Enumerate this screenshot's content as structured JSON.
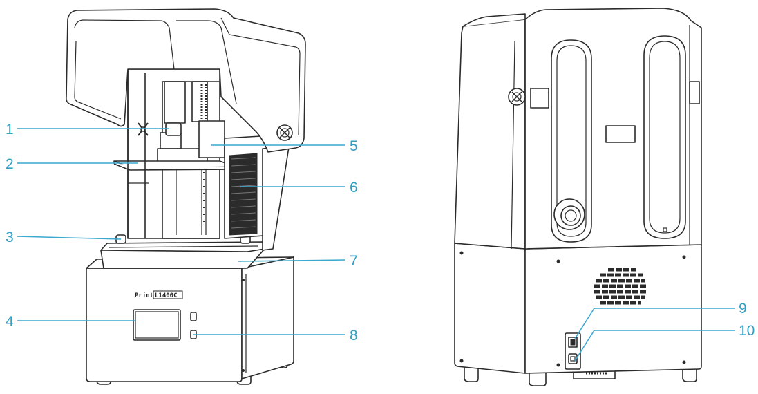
{
  "printer": {
    "brand_label": "Print",
    "model_label": "L1400C"
  },
  "callouts": [
    {
      "id": "1",
      "label": "1"
    },
    {
      "id": "2",
      "label": "2"
    },
    {
      "id": "3",
      "label": "3"
    },
    {
      "id": "4",
      "label": "4"
    },
    {
      "id": "5",
      "label": "5"
    },
    {
      "id": "6",
      "label": "6"
    },
    {
      "id": "7",
      "label": "7"
    },
    {
      "id": "8",
      "label": "8"
    },
    {
      "id": "9",
      "label": "9"
    },
    {
      "id": "10",
      "label": "10"
    }
  ],
  "colors": {
    "callout": "#2f9fc4",
    "line_art": "#2b2b2b",
    "background": "#ffffff"
  }
}
